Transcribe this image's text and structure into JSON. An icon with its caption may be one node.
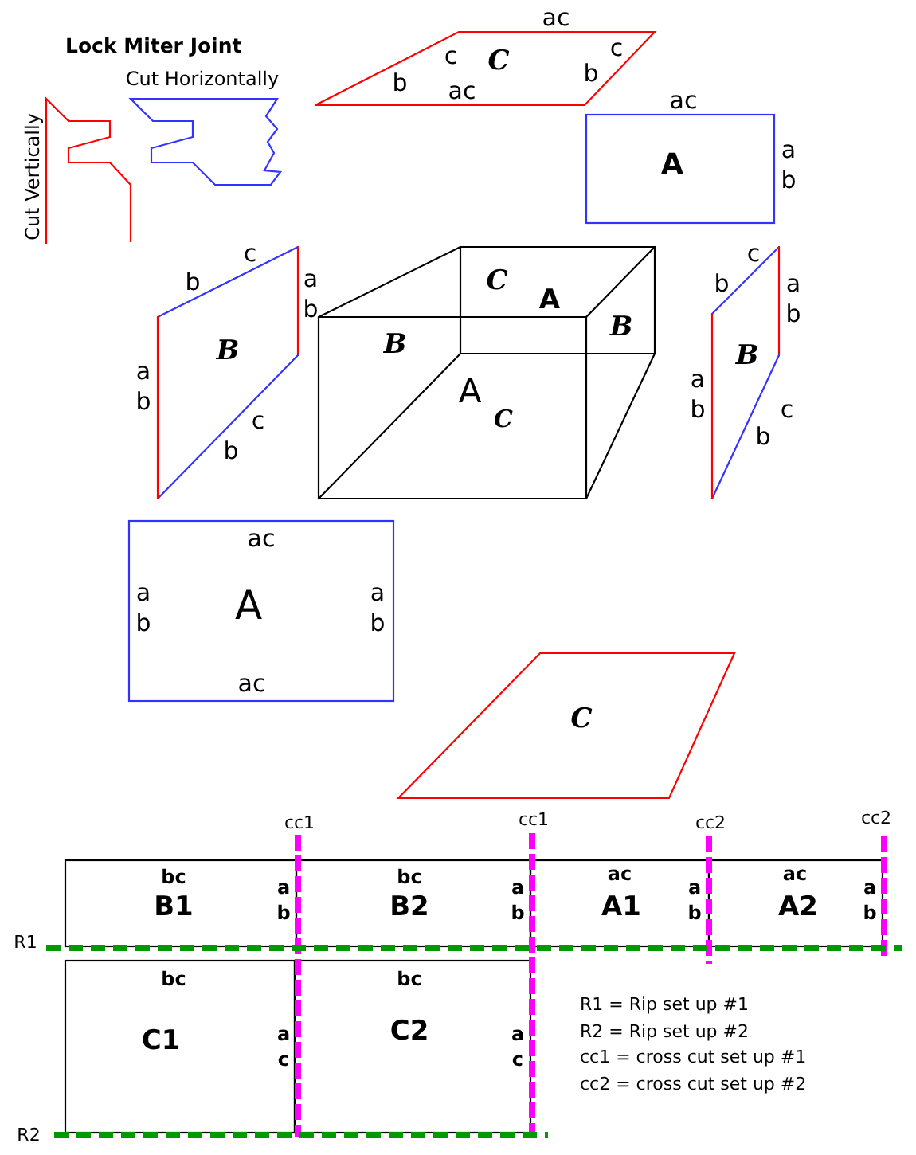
{
  "diagram": {
    "title": "Lock Miter Joint",
    "nodes": [
      {
        "text": [
          "c",
          "b",
          "C",
          "c",
          "b",
          "ac"
        ],
        "beside": [
          "ac"
        ]
      },
      {
        "text": [
          "A"
        ],
        "beside": [
          "ac",
          "a b"
        ]
      },
      {
        "text": [
          "c",
          "b",
          "B",
          "c",
          "b"
        ],
        "beside": [
          "a b",
          "a b"
        ]
      },
      {
        "text": [
          "C",
          "A",
          "B",
          "B",
          "A",
          "C"
        ]
      },
      {
        "text": [
          "c",
          "b",
          "B",
          "b"
        ],
        "beside": [
          "a b",
          "a b",
          "c"
        ]
      },
      {
        "text": [
          "ac",
          "a b",
          "A",
          "a b",
          "ac"
        ]
      },
      {
        "text": [
          "C"
        ]
      },
      {
        "text": [
          "bc",
          "B1",
          "a b"
        ]
      },
      {
        "text": [
          "bc",
          "B2",
          "a b"
        ]
      },
      {
        "text": [
          "ac",
          "A1",
          "a b"
        ]
      },
      {
        "text": [
          "ac",
          "A2",
          "a b"
        ]
      },
      {
        "text": [
          "bc",
          "C1",
          "a c"
        ]
      },
      {
        "text": [
          "bc",
          "C2",
          "a c"
        ]
      }
    ],
    "labels": [
      "Cut Horizontally",
      "Cut Vertically",
      "cc1",
      "cc1",
      "cc2",
      "cc2",
      "R1",
      "R2",
      "R1 = Rip set up #1",
      "R2 = Rip set up #2",
      "cc1 = cross cut set up #1",
      "cc2 = cross cut set up #2"
    ]
  }
}
